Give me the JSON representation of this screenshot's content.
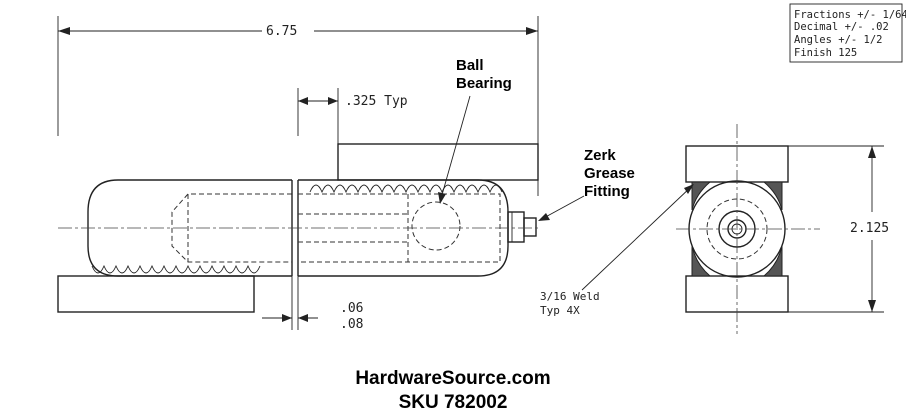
{
  "dimensions": {
    "overall_length": "6.75",
    "leaf_offset": ".325 Typ",
    "gap_top": ".06",
    "gap_bottom": ".08",
    "height": "2.125"
  },
  "labels": {
    "ball_bearing_line1": "Ball",
    "ball_bearing_line2": "Bearing",
    "zerk_line1": "Zerk",
    "zerk_line2": "Grease",
    "zerk_line3": "Fitting",
    "weld_line1": "3/16 Weld",
    "weld_line2": "Typ 4X"
  },
  "tolerances": {
    "fractions": "Fractions +/- 1/64",
    "decimal": "Decimal +/- .02",
    "angles": "Angles +/- 1/2",
    "finish": "Finish 125"
  },
  "footer": {
    "site": "HardwareSource.com",
    "sku": "SKU 782002"
  }
}
